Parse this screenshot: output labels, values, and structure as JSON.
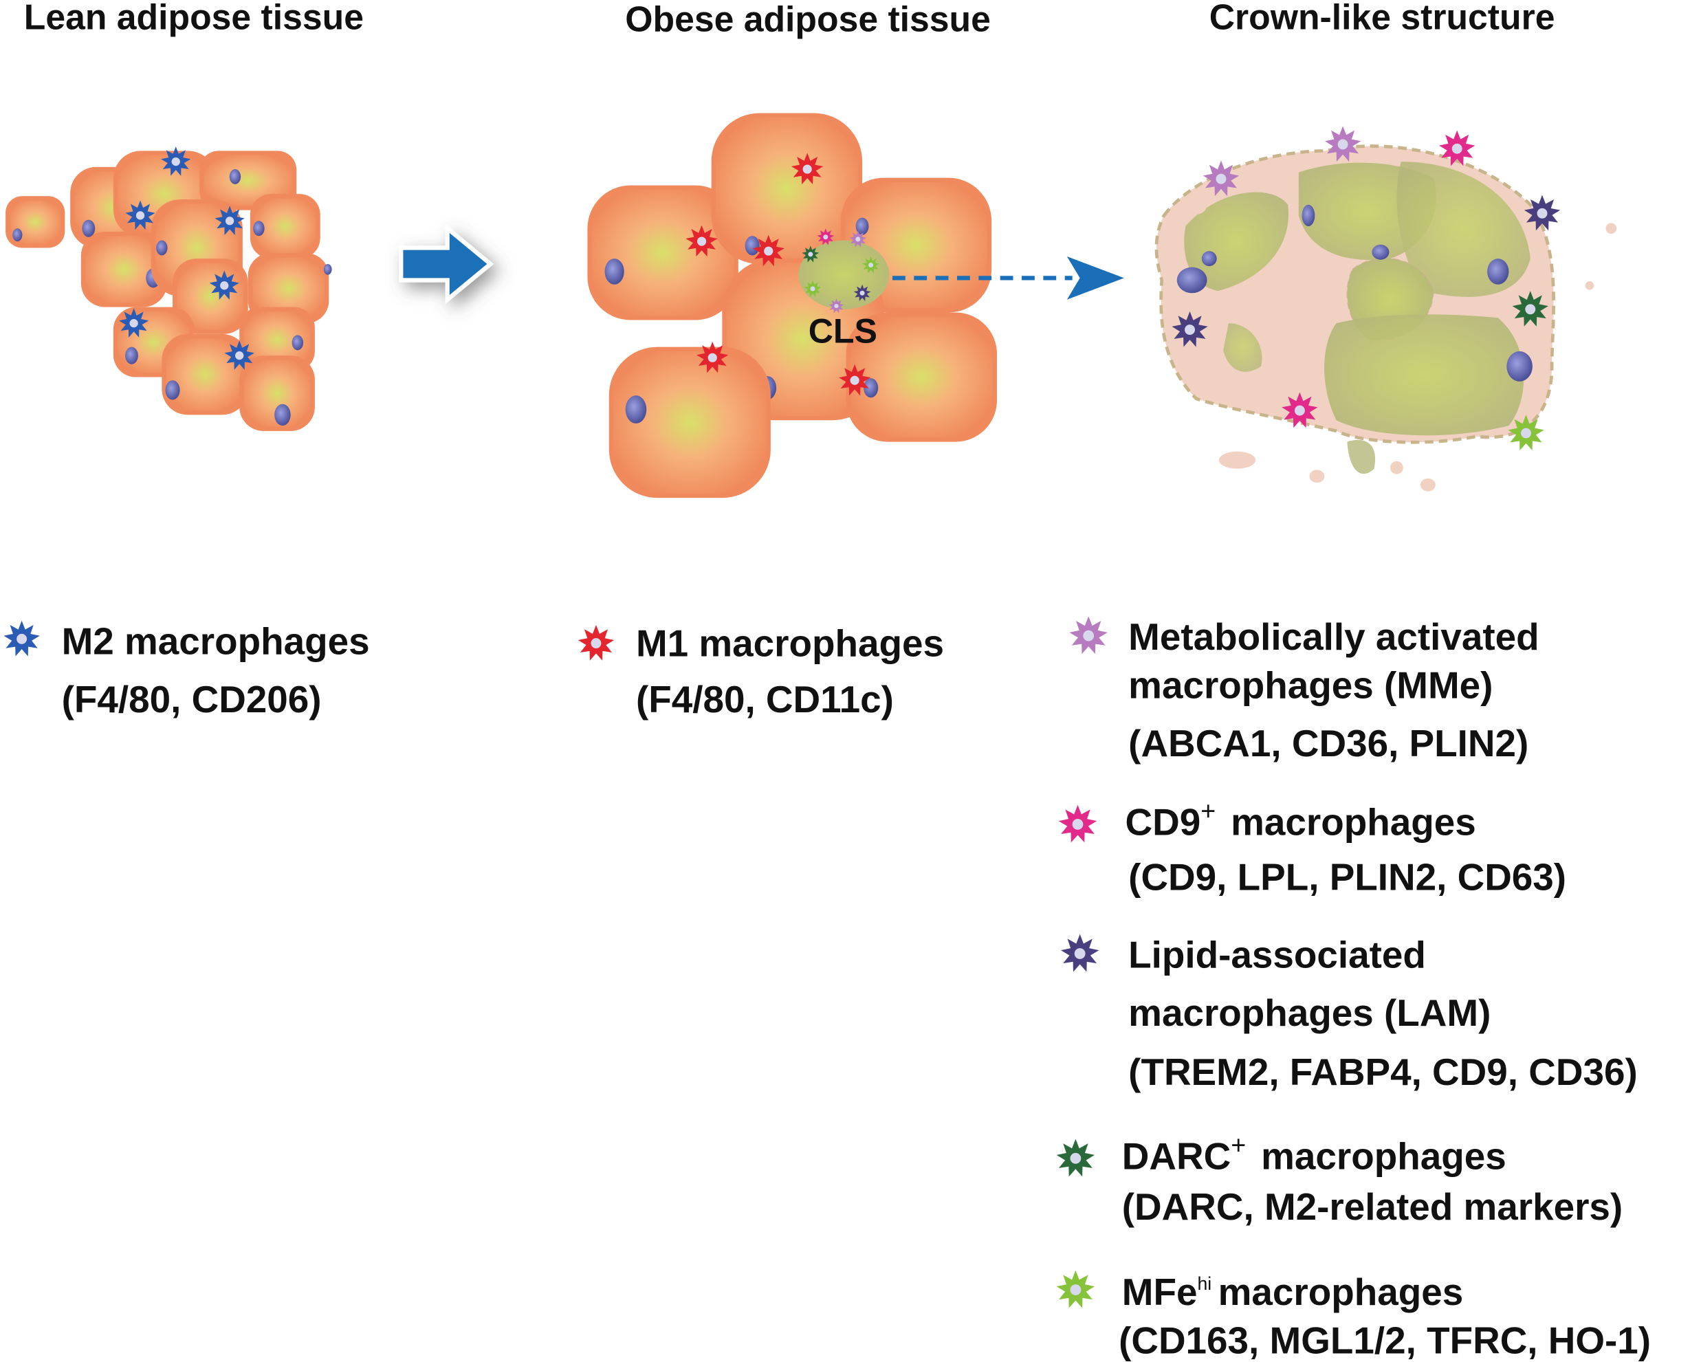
{
  "headers": {
    "lean": "Lean adipose tissue",
    "obese": "Obese adipose tissue",
    "cls": "Crown-like structure"
  },
  "cls_label": "CLS",
  "legend": {
    "m2": {
      "line1": "M2 macrophages",
      "line2": "(F4/80, CD206)",
      "color": "#2a5bb5"
    },
    "m1": {
      "line1": "M1 macrophages",
      "line2": "(F4/80, CD11c)",
      "color": "#e3262e"
    },
    "mme": {
      "line1": "Metabolically activated",
      "line2": "macrophages (MMe)",
      "line3": "(ABCA1, CD36, PLIN2)",
      "color": "#b77cbf"
    },
    "cd9": {
      "line1": "CD9",
      "sup": "+",
      "line1b": "macrophages",
      "line2": "(CD9, LPL, PLIN2, CD63)",
      "color": "#e22a8a"
    },
    "lam": {
      "line1": "Lipid-associated",
      "line2": "macrophages (LAM)",
      "line3": "(TREM2, FABP4, CD9, CD36)",
      "color": "#4a3f7e"
    },
    "darc": {
      "line1": "DARC",
      "sup": "+",
      "line1b": "macrophages",
      "line2": "(DARC, M2-related markers)",
      "color": "#2a6a3a"
    },
    "mfe": {
      "line1": "MFe",
      "sup": "hi",
      "line1b": "macrophages",
      "line2": "(CD163, MGL1/2, TFRC, HO-1)",
      "color": "#86c23a"
    }
  },
  "colors": {
    "cell": "#f08a5d",
    "nucleus": "#5b5ea8",
    "arrow": "#1a6fb8"
  }
}
